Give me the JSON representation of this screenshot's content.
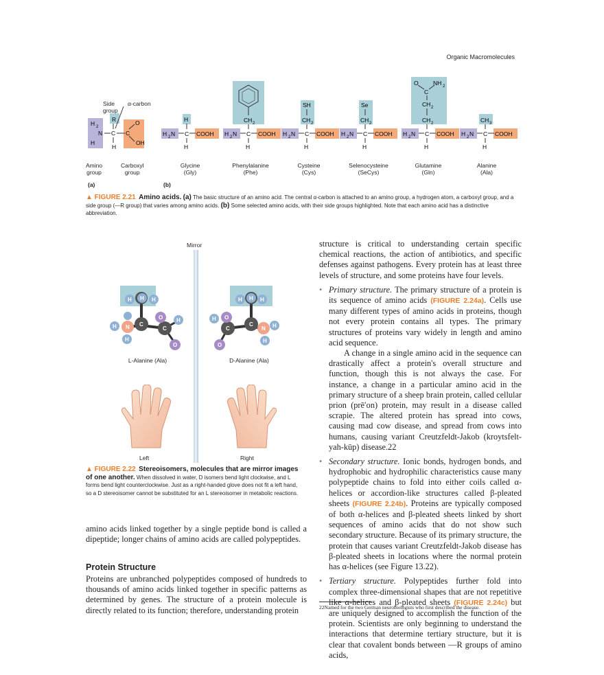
{
  "header": {
    "running_title": "Organic Macromolecules"
  },
  "fig21": {
    "panel_a": {
      "side_group": "Side\ngroup",
      "alpha_carbon": "α-carbon",
      "amino_group": "Amino\ngroup",
      "carboxyl_group": "Carboxyl\ngroup",
      "label": "(a)"
    },
    "panel_b_label": "(b)",
    "amino_acids": [
      {
        "name": "Glycine",
        "abbr": "(Gly)"
      },
      {
        "name": "Phenylalanine",
        "abbr": "(Phe)"
      },
      {
        "name": "Cysteine",
        "abbr": "(Cys)"
      },
      {
        "name": "Selenocysteine",
        "abbr": "(SeCys)"
      },
      {
        "name": "Glutamine",
        "abbr": "(Gln)"
      },
      {
        "name": "Alanine",
        "abbr": "(Ala)"
      }
    ],
    "caption": {
      "fig": "▲ FIGURE 2.21",
      "title": "Amino acids.",
      "a": "(a)",
      "text_a": "The basic structure of an amino acid. The central α-carbon is attached to an amino group, a hydrogen atom, a carboxyl group, and a side group (—R group) that varies among amino acids.",
      "b": "(b)",
      "text_b": "Some selected amino acids, with their side groups highlighted. Note that each amino acid has a distinctive abbreviation."
    }
  },
  "fig22": {
    "mirror": "Mirror",
    "l_alanine": "L-Alanine (Ala)",
    "d_alanine": "D-Alanine (Ala)",
    "left": "Left",
    "right": "Right",
    "caption": {
      "fig": "▲ FIGURE 2.22",
      "title": "Stereoisomers, molecules that are mirror images of one another.",
      "text": "When dissolved in water, D isomers bend light clockwise, and L forms bend light counterclockwise. Just as a right-handed glove does not fit a left hand, so a D stereoisomer cannot be substituted for an L stereoisomer in metabolic reactions."
    }
  },
  "left_col": {
    "p1": "amino acids linked together by a single peptide bond is called a dipeptide; longer chains of amino acids are called polypeptides.",
    "heading": "Protein Structure",
    "p2": "Proteins are unbranched polypeptides composed of hundreds to thousands of amino acids linked together in specific patterns as determined by genes. The structure of a protein molecule is directly related to its function; therefore, understanding protein"
  },
  "right_col": {
    "p0": "structure is critical to understanding certain specific chemical reactions, the action of antibiotics, and specific defenses against pathogens. Every protein has at least three levels of structure, and some proteins have four levels.",
    "b1_term": "Primary structure.",
    "b1_a": "The primary structure of a protein is its sequence of amino acids",
    "b1_ref": "(FIGURE 2.24a)",
    "b1_b": ". Cells use many different types of amino acids in proteins, though not every protein contains all types. The primary structures of proteins vary widely in length and amino acid sequence.",
    "b1_p2": "A change in a single amino acid in the sequence can drastically affect a protein's overall structure and function, though this is not always the case. For instance, a change in a particular amino acid in the primary structure of a sheep brain protein, called cellular prion (prē′on) protein, may result in a disease called scrapie. The altered protein has spread into cows, causing mad cow disease, and spread from cows into humans, causing variant Creutzfeldt-Jakob (kroytsfelt-yah-kūp) disease.22",
    "b2_term": "Secondary structure.",
    "b2_a": "Ionic bonds, hydrogen bonds, and hydrophobic and hydrophilic characteristics cause many polypeptide chains to fold into either coils called α-helices or accordion-like structures called β-pleated sheets",
    "b2_ref": "(FIGURE 2.24b)",
    "b2_b": ". Proteins are typically composed of both α-helices and β-pleated sheets linked by short sequences of amino acids that do not show such secondary structure. Because of its primary structure, the protein that causes variant Creutzfeldt-Jakob disease has β-pleated sheets in locations where the normal protein has α-helices (see Figure 13.22).",
    "b3_term": "Tertiary structure.",
    "b3_a": "Polypeptides further fold into complex three-dimensional shapes that are not repetitive like α-helices and β-pleated sheets",
    "b3_ref": "(FIGURE 2.24c)",
    "b3_b": "but are uniquely designed to accomplish the function of the protein. Scientists are only beginning to understand the interactions that determine tertiary structure, but it is clear that covalent bonds between —R groups of amino acids,",
    "footnote": "22Named for the two German neurobiologists who first described the disease."
  }
}
